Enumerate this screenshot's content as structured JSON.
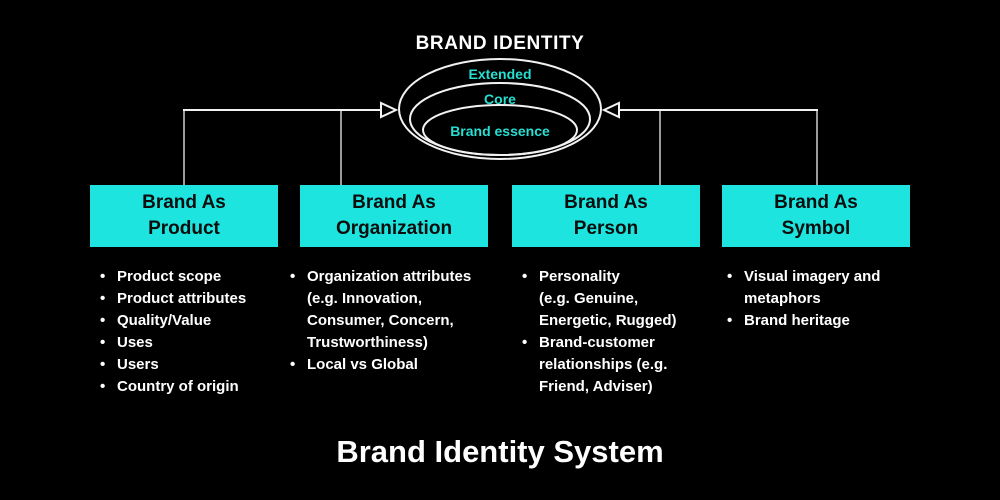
{
  "colors": {
    "background": "#000000",
    "box_fill": "#1de4de",
    "ellipse_label_cyan": "#27ded2",
    "connector_line": "#f2f2f2",
    "connector_drop_line": "#9b9b9b",
    "box_text": "#0d0d0d",
    "text_white": "#ffffff"
  },
  "header": {
    "title": "BRAND IDENTITY"
  },
  "ellipse": {
    "outer_label": "Extended",
    "middle_label": "Core",
    "inner_label": "Brand essence"
  },
  "columns": [
    {
      "box_label": "Brand As\nProduct",
      "items": [
        "Product scope",
        "Product attributes",
        "Quality/Value",
        "Uses",
        "Users",
        "Country of origin"
      ]
    },
    {
      "box_label": "Brand As\nOrganization",
      "items": [
        "Organization attributes\n(e.g. Innovation,\nConsumer, Concern,\nTrustworthiness)",
        "Local vs Global"
      ]
    },
    {
      "box_label": "Brand As\nPerson",
      "items": [
        "Personality\n(e.g. Genuine,\nEnergetic, Rugged)",
        "Brand-customer\nrelationships (e.g.\nFriend, Adviser)"
      ]
    },
    {
      "box_label": "Brand As\nSymbol",
      "items": [
        "Visual imagery and\nmetaphors",
        "Brand heritage"
      ]
    }
  ],
  "footer": {
    "title": "Brand Identity System"
  }
}
